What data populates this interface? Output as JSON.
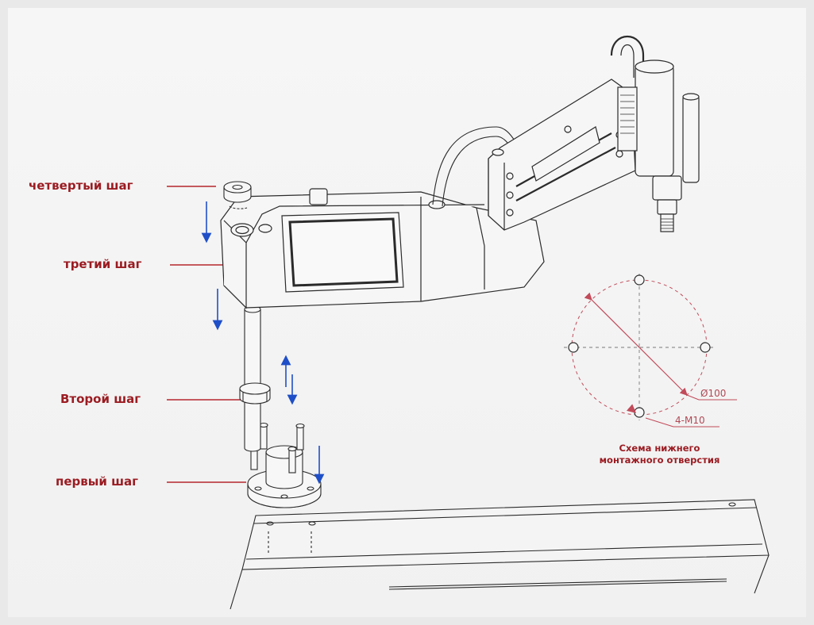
{
  "steps": {
    "fourth": "четвертый шаг",
    "third": "третий шаг",
    "second": "Второй шаг",
    "first": "первый шаг"
  },
  "hole_diagram": {
    "diameter_label": "Ø100",
    "bolt_label": "4-M10",
    "caption_line1": "Схема нижнего",
    "caption_line2": "монтажного отверстия"
  },
  "colors": {
    "label": "#9b1c22",
    "leader": "#b4262c",
    "arrow": "#1f4fc8",
    "line": "#2b2b2b",
    "dimension": "#c24b5a"
  }
}
